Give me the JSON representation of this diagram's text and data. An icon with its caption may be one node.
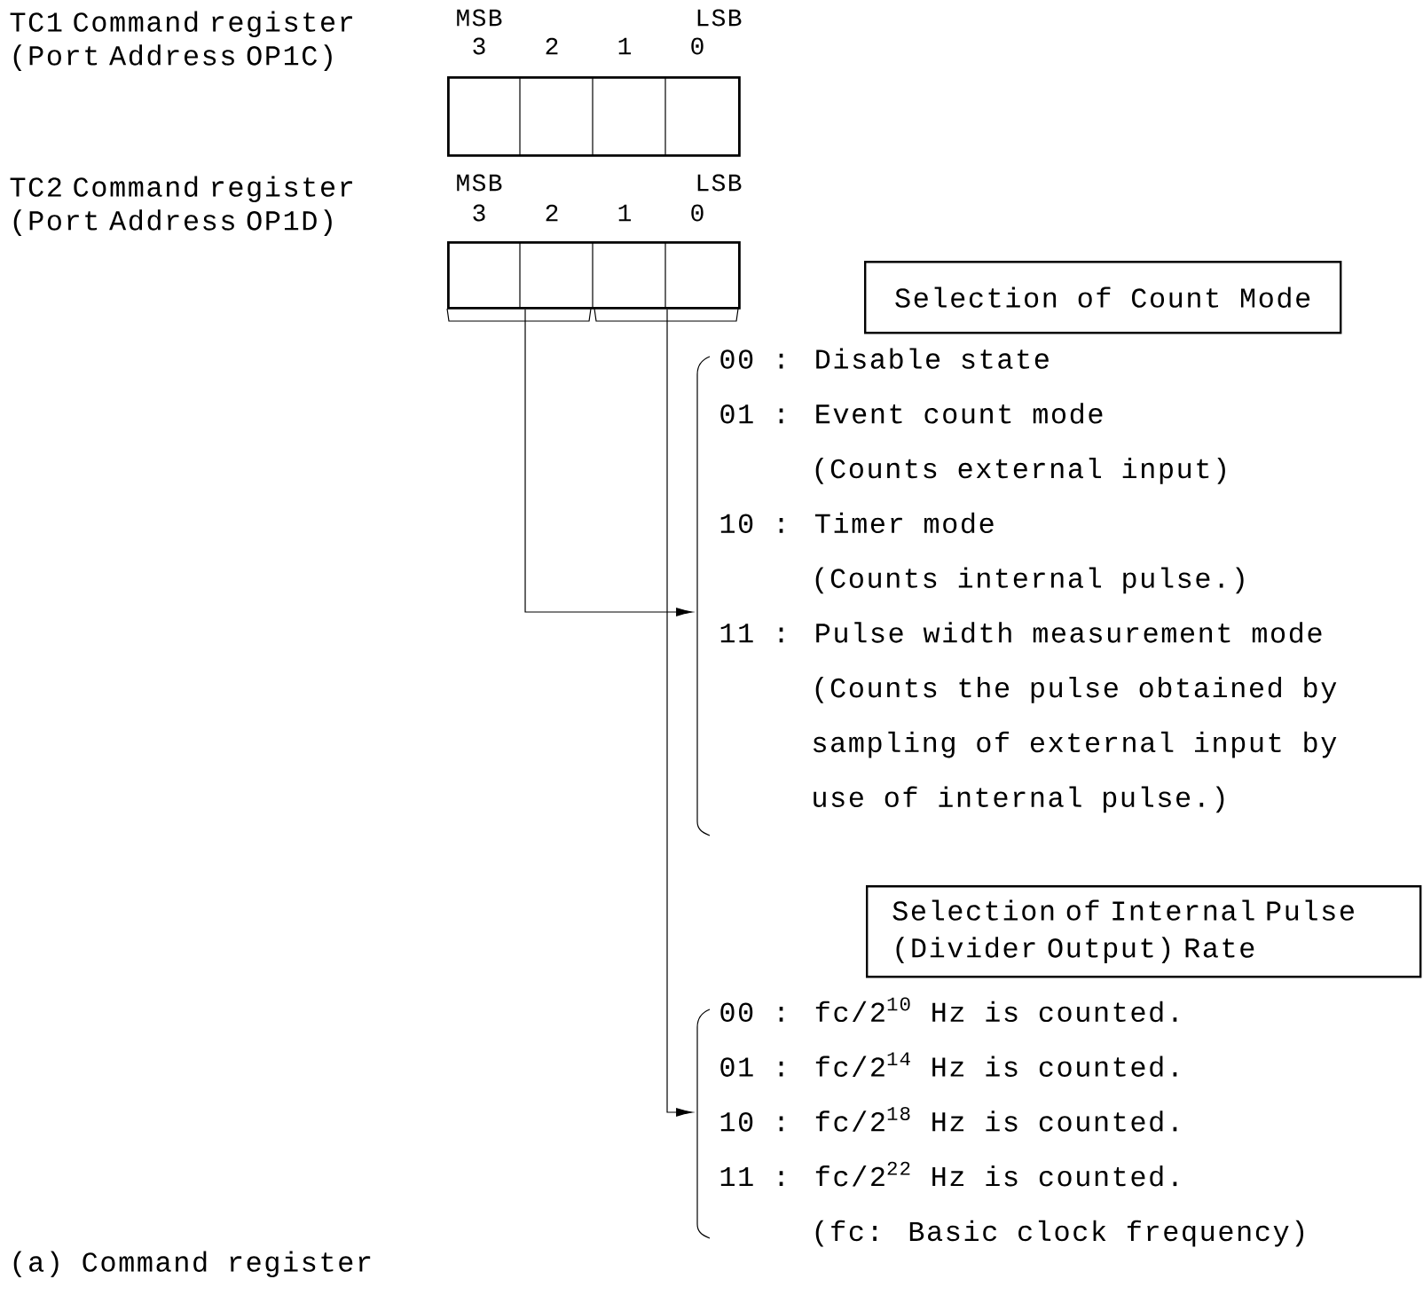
{
  "diagram": {
    "caption": "(a) Command register",
    "nodes": [
      {
        "text": [],
        "shape": "box"
      },
      {
        "text": [],
        "shape": "box"
      },
      {
        "text": [
          "Selection of Count Mode"
        ]
      },
      {
        "text": [
          "00 : Disable state",
          "01 : Event count mode",
          "(Counts external input)",
          "10 : Timer mode",
          "(Counts internal pulse.)",
          "11 : Pulse width measurement mode",
          "(Counts the pulse obtained by sampling of external input by use of internal pulse.)"
        ]
      },
      {
        "text": [
          "Selection of Internal Pulse (Divider Output) Rate"
        ]
      },
      {
        "text": [
          "00 : fc/2$^{10}$ Hz is counted.",
          "01 : fc/2$^{14}$ Hz is counted.",
          "10 : fc/2$^{18}$ Hz is counted.",
          "11 : fc/2$^{22}$ Hz is counted.",
          "(fc: Basic clock frequency)"
        ]
      }
    ],
    "edges": [
      {
        "from": 1,
        "to": 3,
        "arrow": "to"
      },
      {
        "from": 1,
        "to": 5,
        "arrow": "to"
      }
    ],
    "labels": [
      "TC1 Command register (Port Address OP1C)",
      "MSB",
      "LSB",
      "3",
      "2",
      "1",
      "0",
      "TC2 Command register (Port Address OP1D)",
      "MSB",
      "LSB",
      "3",
      "2",
      "1",
      "0"
    ]
  }
}
